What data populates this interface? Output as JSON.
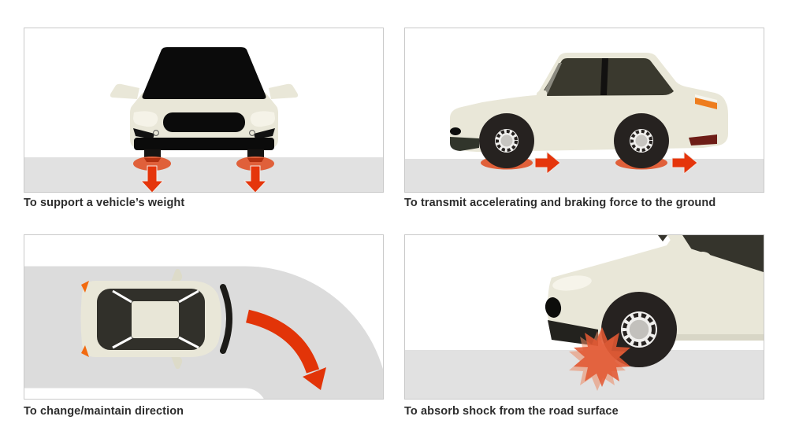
{
  "title": "Functions of tires infographic",
  "panels": [
    {
      "id": "support-weight",
      "caption": "To support a vehicle’s weight",
      "illustration": "car-front-view-with-down-force-arrows"
    },
    {
      "id": "transmit-force",
      "caption": "To transmit accelerating and braking force to the ground",
      "illustration": "car-side-view-with-forward-force-arrows"
    },
    {
      "id": "change-direction",
      "caption": "To change/maintain direction",
      "illustration": "car-top-view-on-curved-road-with-turning-arrow"
    },
    {
      "id": "absorb-shock",
      "caption": "To absorb shock from the road surface",
      "illustration": "car-wheel-closeup-with-impact-burst"
    }
  ],
  "colors": {
    "accent_arrow": "#e5350b",
    "accent_ellipse": "#e0603a",
    "accent_burst": "#e35832",
    "car_body": "#e9e7d8",
    "car_glass": "#3a392e",
    "ground": "#e1e1e1",
    "road": "#dcdcdc",
    "panel_border": "#c9c9c9",
    "caption_text": "#2d2d2d"
  }
}
